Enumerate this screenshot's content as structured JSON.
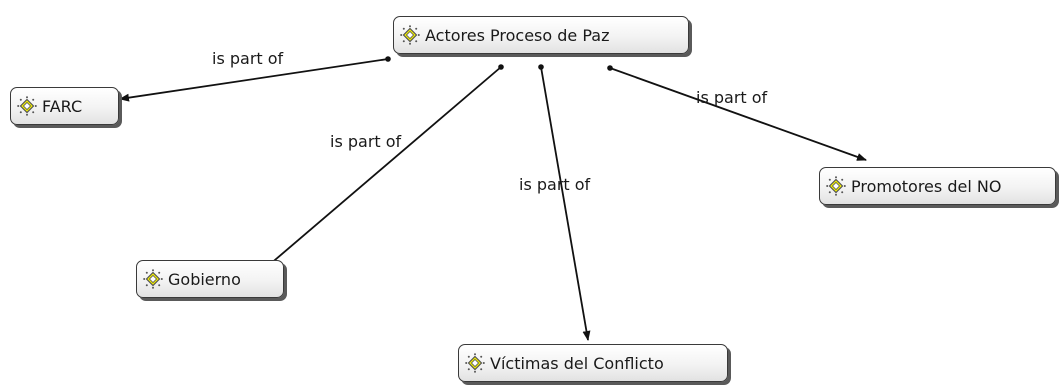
{
  "nodes": [
    {
      "id": "root",
      "label": "Actores Proceso de Paz",
      "icon": "concept-diamond-icon"
    },
    {
      "id": "farc",
      "label": "FARC",
      "icon": "concept-diamond-icon"
    },
    {
      "id": "gobierno",
      "label": "Gobierno",
      "icon": "concept-diamond-icon"
    },
    {
      "id": "victimas",
      "label": "Víctimas del Conflicto",
      "icon": "concept-diamond-icon"
    },
    {
      "id": "promotores",
      "label": "Promotores del NO",
      "icon": "concept-diamond-icon"
    }
  ],
  "edges": [
    {
      "from": "root",
      "to": "farc",
      "label": "is part of"
    },
    {
      "from": "root",
      "to": "gobierno",
      "label": "is part of"
    },
    {
      "from": "root",
      "to": "victimas",
      "label": "is part of"
    },
    {
      "from": "root",
      "to": "promotores",
      "label": "is part of"
    }
  ],
  "colors": {
    "icon_fill": "#f2f000",
    "icon_stroke": "#555555",
    "line": "#111111"
  }
}
